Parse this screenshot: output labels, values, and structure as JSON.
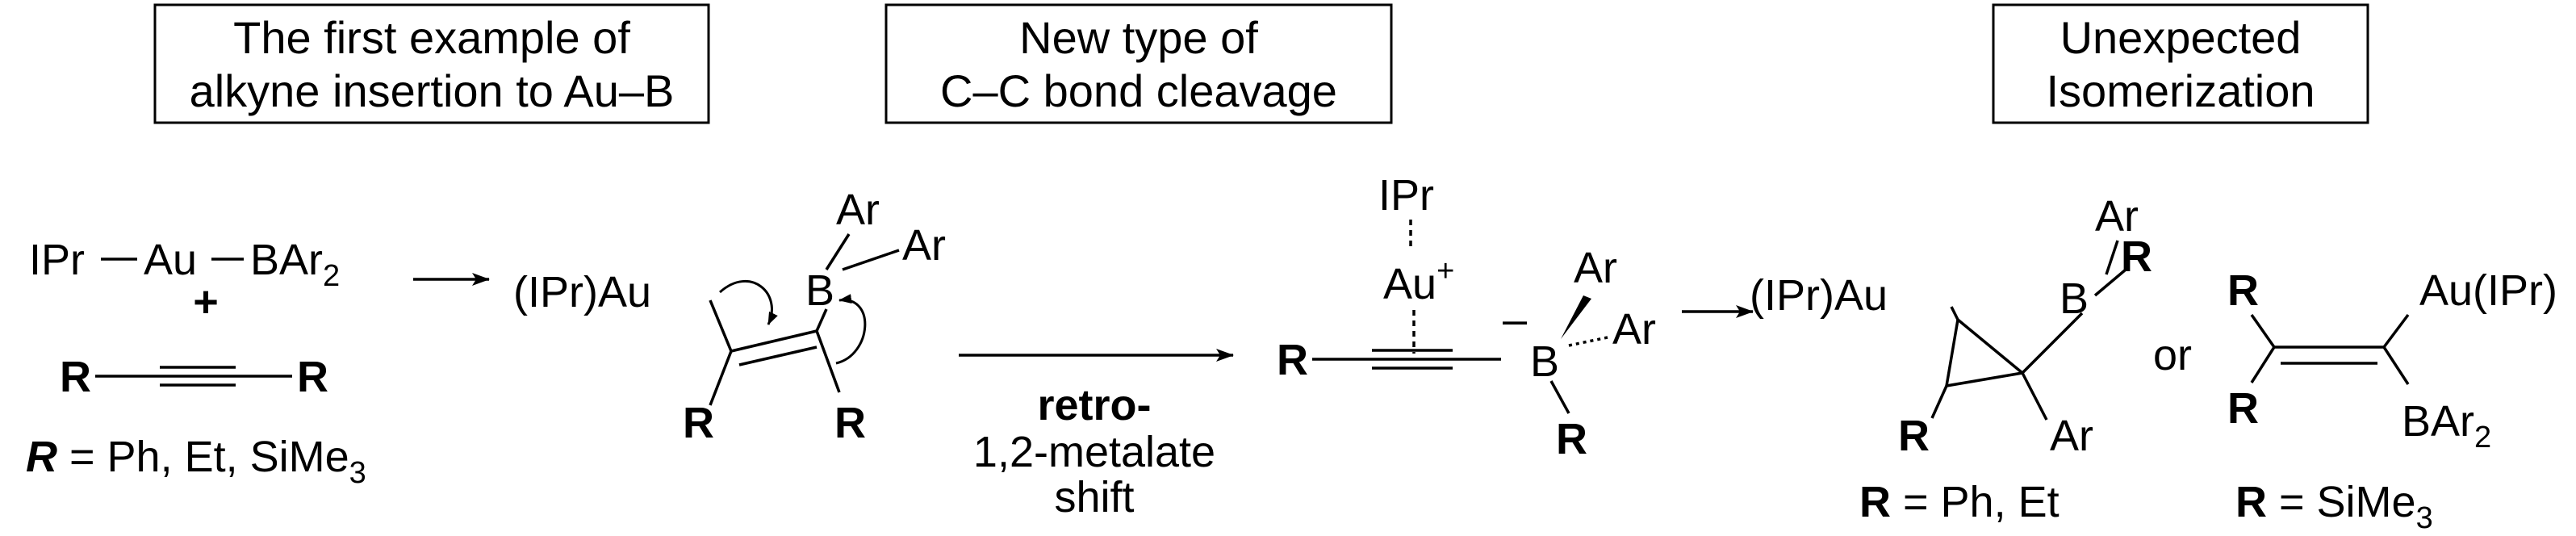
{
  "boxes": {
    "alkyne_insertion": [
      "The first example of",
      "alkyne insertion to Au–B"
    ],
    "cc_cleavage": [
      "New type of",
      "C–C bond cleavage"
    ],
    "isomerization": [
      "Unexpected",
      "Isomerization"
    ]
  },
  "reactant": {
    "ipr": "IPr",
    "au": "Au",
    "bar": "BAr",
    "bar_sub": "2",
    "plus": "+",
    "r_left": "R",
    "r_right": "R",
    "r_def_r": "R",
    "r_def_text": " = Ph, Et, SiMe",
    "r_def_sub": "3"
  },
  "intermediate1": {
    "ipr_au": "(IPr)Au",
    "b": "B",
    "ar_top": "Ar",
    "ar_right": "Ar",
    "r_left": "R",
    "r_right": "R"
  },
  "arrow_label": {
    "line1": "retro-",
    "line2": "1,2-metalate",
    "line3": "shift"
  },
  "intermediate2": {
    "ipr": "IPr",
    "au": "Au",
    "au_charge": "+",
    "r": "R",
    "b": "B",
    "b_charge": "–",
    "ar_top": "Ar",
    "ar_right": "Ar",
    "r_bottom": "R"
  },
  "product1": {
    "ipr_au": "(IPr)Au",
    "b": "B",
    "ar_top": "Ar",
    "r_right": "R",
    "r_bottom": "R",
    "ar_bottom": "Ar",
    "def_r": "R",
    "def_text": " = Ph, Et"
  },
  "or_text": "or",
  "product2": {
    "r_top": "R",
    "r_bottom": "R",
    "au_ipr": "Au(IPr)",
    "bar": "BAr",
    "bar_sub": "2",
    "def_r": "R",
    "def_text": " = SiMe",
    "def_sub": "3"
  }
}
